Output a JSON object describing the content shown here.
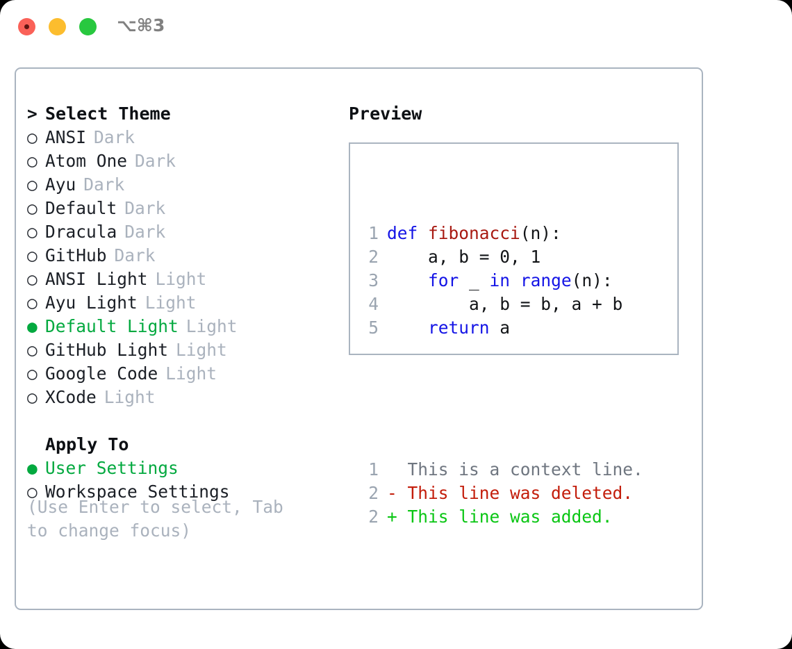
{
  "window": {
    "title": "⌥⌘3",
    "controls": [
      {
        "name": "close",
        "color": "#fa6158"
      },
      {
        "name": "minimize",
        "color": "#fcbd2e"
      },
      {
        "name": "maximize",
        "color": "#28c83f"
      }
    ]
  },
  "colors": {
    "accent_green": "#03a93f",
    "muted": "#aab2bd",
    "border": "#aab4c0",
    "text": "#1b1f26",
    "keyword_blue": "#1414e6",
    "function_red": "#a81a12",
    "diff_deleted": "#c31d0b",
    "diff_added": "#0ac614",
    "line_number": "#9aa4b0"
  },
  "theme_list": {
    "heading": "Select Theme",
    "heading_marker": ">",
    "marker_selected": "●",
    "marker_unselected": "○",
    "items": [
      {
        "name": "ANSI",
        "tag": "Dark",
        "selected": false
      },
      {
        "name": "Atom One",
        "tag": "Dark",
        "selected": false
      },
      {
        "name": "Ayu",
        "tag": "Dark",
        "selected": false
      },
      {
        "name": "Default",
        "tag": "Dark",
        "selected": false
      },
      {
        "name": "Dracula",
        "tag": "Dark",
        "selected": false
      },
      {
        "name": "GitHub",
        "tag": "Dark",
        "selected": false
      },
      {
        "name": "ANSI Light",
        "tag": "Light",
        "selected": false
      },
      {
        "name": "Ayu Light",
        "tag": "Light",
        "selected": false
      },
      {
        "name": "Default Light",
        "tag": "Light",
        "selected": true
      },
      {
        "name": "GitHub Light",
        "tag": "Light",
        "selected": false
      },
      {
        "name": "Google Code",
        "tag": "Light",
        "selected": false
      },
      {
        "name": "XCode",
        "tag": "Light",
        "selected": false
      }
    ]
  },
  "apply_to": {
    "heading": "Apply To",
    "items": [
      {
        "name": "User Settings",
        "selected": true
      },
      {
        "name": "Workspace Settings",
        "selected": false
      }
    ]
  },
  "hint": "(Use Enter to select, Tab to change focus)",
  "preview": {
    "title": "Preview",
    "code_lines": [
      {
        "num": "1",
        "tokens": [
          {
            "t": "def ",
            "c": "kw"
          },
          {
            "t": "fibonacci",
            "c": "fn"
          },
          {
            "t": "(n):",
            "c": "pl"
          }
        ]
      },
      {
        "num": "2",
        "tokens": [
          {
            "t": "    a, b = 0, 1",
            "c": "pl"
          }
        ]
      },
      {
        "num": "3",
        "tokens": [
          {
            "t": "    ",
            "c": "pl"
          },
          {
            "t": "for",
            "c": "kw"
          },
          {
            "t": " _ ",
            "c": "pl"
          },
          {
            "t": "in",
            "c": "kw"
          },
          {
            "t": " ",
            "c": "pl"
          },
          {
            "t": "range",
            "c": "kw"
          },
          {
            "t": "(n):",
            "c": "pl"
          }
        ]
      },
      {
        "num": "4",
        "tokens": [
          {
            "t": "        a, b = b, a + b",
            "c": "pl"
          }
        ]
      },
      {
        "num": "5",
        "tokens": [
          {
            "t": "    ",
            "c": "pl"
          },
          {
            "t": "return",
            "c": "kw"
          },
          {
            "t": " a",
            "c": "pl"
          }
        ]
      }
    ],
    "diff_lines": [
      {
        "num": "1",
        "sign": " ",
        "text": " This is a context line.",
        "kind": "ctx"
      },
      {
        "num": "2",
        "sign": "-",
        "text": " This line was deleted.",
        "kind": "del"
      },
      {
        "num": "2",
        "sign": "+",
        "text": " This line was added.",
        "kind": "add"
      }
    ]
  }
}
